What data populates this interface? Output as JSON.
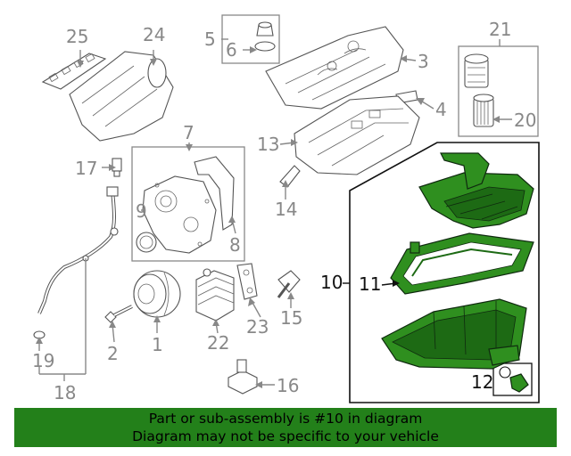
{
  "callouts": {
    "c1": "1",
    "c2": "2",
    "c3": "3",
    "c4": "4",
    "c5": "5",
    "c6": "6",
    "c7": "7",
    "c8": "8",
    "c9": "9",
    "c10": "10",
    "c11": "11",
    "c12": "12",
    "c13": "13",
    "c14": "14",
    "c15": "15",
    "c16": "16",
    "c17": "17",
    "c18": "18",
    "c19": "19",
    "c20": "20",
    "c21": "21",
    "c22": "22",
    "c23": "23",
    "c24": "24",
    "c25": "25"
  },
  "colors": {
    "highlight": "#2f8f1f",
    "footer_bg": "#23801a",
    "callout_gray": "#888888"
  },
  "footer": {
    "line1": "Part or sub-assembly is #10 in diagram",
    "line2": "Diagram may not be specific to your vehicle"
  }
}
